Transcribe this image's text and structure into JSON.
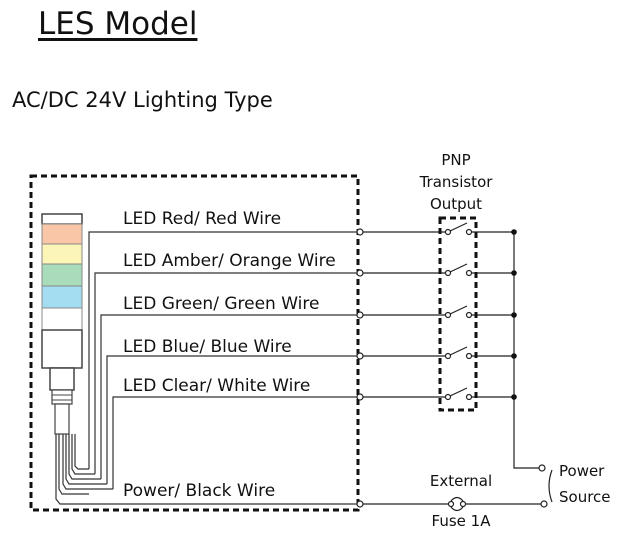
{
  "title": "LES Model",
  "subtitle": "AC/DC 24V Lighting Type",
  "pnp": {
    "line1": "PNP",
    "line2": "Transistor",
    "line3": "Output"
  },
  "wires": [
    {
      "label": "LED Red/ Red Wire",
      "color": "#f9c7a8"
    },
    {
      "label": "LED Amber/ Orange Wire",
      "color": "#fbf5b8"
    },
    {
      "label": "LED Green/ Green Wire",
      "color": "#a9dcbb"
    },
    {
      "label": "LED Blue/ Blue Wire",
      "color": "#a4dcf2"
    },
    {
      "label": "LED Clear/ White Wire",
      "color": "#ffffff"
    }
  ],
  "power_wire": "Power/ Black Wire",
  "fuse": {
    "line1": "External",
    "line2": "Fuse 1A"
  },
  "power_source": {
    "line1": "Power",
    "line2": "Source"
  }
}
